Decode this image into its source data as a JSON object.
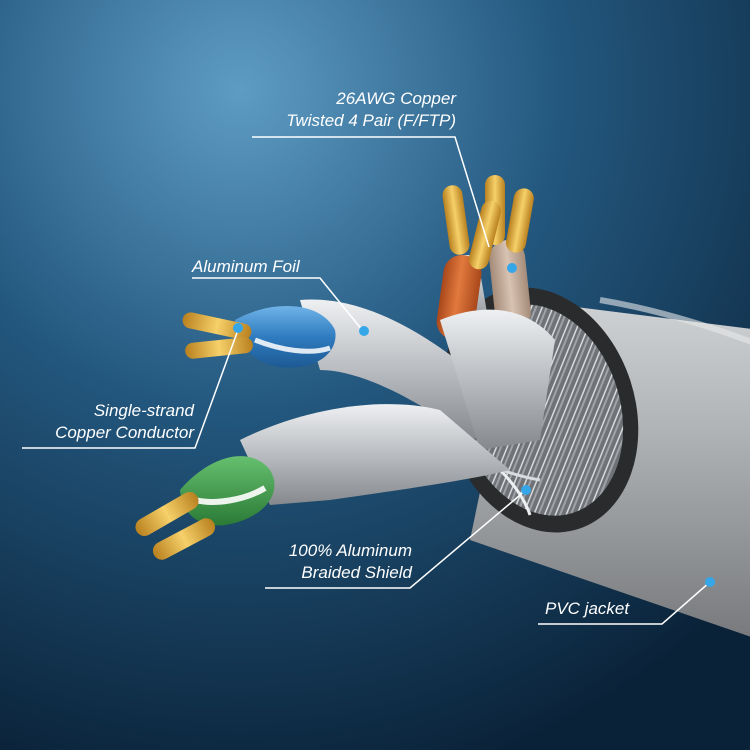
{
  "callouts": {
    "copper_pair": {
      "line1": "26AWG Copper",
      "line2": "Twisted 4 Pair (F/FTP)"
    },
    "aluminum_foil": {
      "line1": "Aluminum Foil"
    },
    "conductor": {
      "line1": "Single-strand",
      "line2": "Copper Conductor"
    },
    "braided_shield": {
      "line1": "100% Aluminum",
      "line2": "Braided Shield"
    },
    "jacket": {
      "line1": "PVC jacket"
    }
  },
  "colors": {
    "background_center": "#5e9cc4",
    "background_edge": "#0a2238",
    "jacket": "#a9acaf",
    "foil": "#c9ccd0",
    "copper": "#e7b43c",
    "orange_wire": "#d2642b",
    "tan_wire": "#bfa592",
    "blue_wire": "#3a87c9",
    "green_wire": "#3f9a4a",
    "marker_dot": "#35a6e8",
    "leader_line": "#ffffff"
  }
}
